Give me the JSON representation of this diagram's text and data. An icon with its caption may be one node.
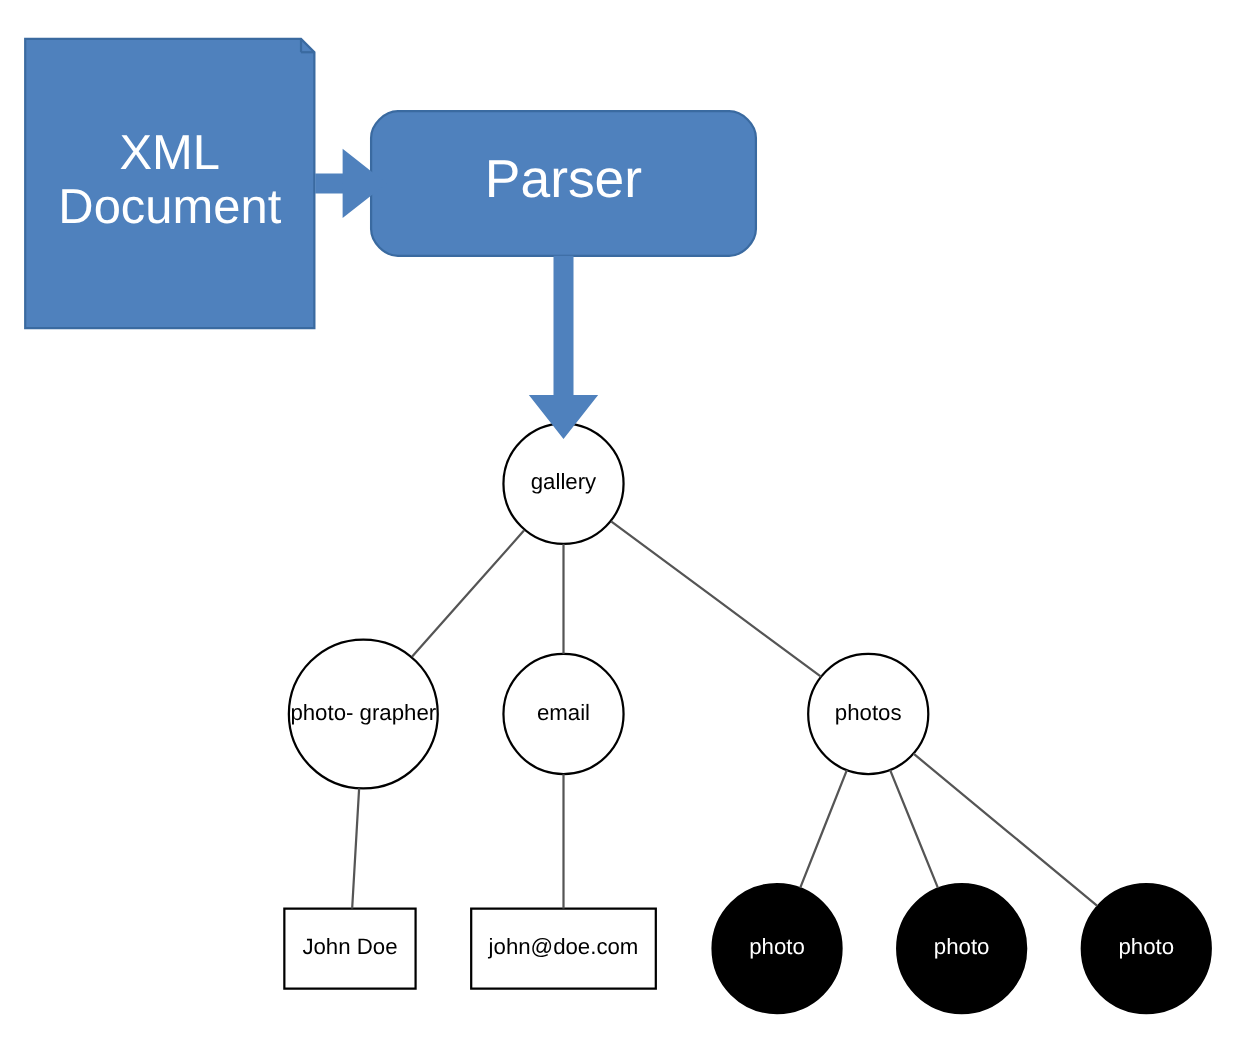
{
  "diagram": {
    "nodes": [
      {
        "text": [
          "XML",
          "Document"
        ]
      },
      {
        "text": [
          "Parser"
        ]
      },
      {
        "text": [
          "gallery"
        ]
      },
      {
        "text": [
          "photo- grapher"
        ]
      },
      {
        "text": [
          "email"
        ]
      },
      {
        "text": [
          "photos"
        ]
      },
      {
        "text": [
          "John Doe"
        ]
      },
      {
        "text": [
          "john@doe.com"
        ]
      },
      {
        "text": [
          "photo"
        ]
      },
      {
        "text": [
          "photo"
        ]
      },
      {
        "text": [
          "photo"
        ]
      }
    ],
    "edges": [
      {
        "from": 0,
        "to": 1,
        "arrow": "to",
        "style": "thick",
        "color": "#4f81bd"
      },
      {
        "from": 1,
        "to": 2,
        "arrow": "to",
        "style": "thick",
        "color": "#4f81bd"
      },
      {
        "from": 2,
        "to": 3,
        "arrow": "none"
      },
      {
        "from": 2,
        "to": 4,
        "arrow": "none"
      },
      {
        "from": 2,
        "to": 5,
        "arrow": "none"
      },
      {
        "from": 3,
        "to": 6,
        "arrow": "none"
      },
      {
        "from": 4,
        "to": 7,
        "arrow": "none"
      },
      {
        "from": 5,
        "to": 8,
        "arrow": "none"
      },
      {
        "from": 5,
        "to": 9,
        "arrow": "none"
      },
      {
        "from": 5,
        "to": 10,
        "arrow": "none"
      }
    ]
  }
}
